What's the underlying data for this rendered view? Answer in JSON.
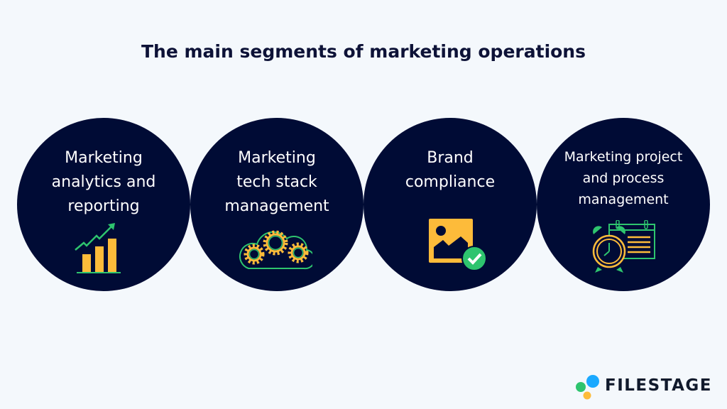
{
  "title": "The main segments of marketing operations",
  "segments": [
    {
      "label_lines": [
        "Marketing",
        "analytics and",
        "reporting"
      ],
      "icon": "bar-chart-growth-icon"
    },
    {
      "label_lines": [
        "Marketing",
        "tech stack",
        "management"
      ],
      "icon": "cloud-gears-icon"
    },
    {
      "label_lines": [
        "Brand",
        "compliance"
      ],
      "icon": "image-check-icon"
    },
    {
      "label_lines": [
        "Marketing project",
        "and process",
        "management"
      ],
      "icon": "clock-calendar-icon"
    }
  ],
  "logo": {
    "text": "FILESTAGE"
  },
  "colors": {
    "circle": "#000b35",
    "yellow": "#fdbb3a",
    "green": "#2ec46e",
    "blue": "#1aa9ff",
    "background": "#f4f8fc"
  }
}
